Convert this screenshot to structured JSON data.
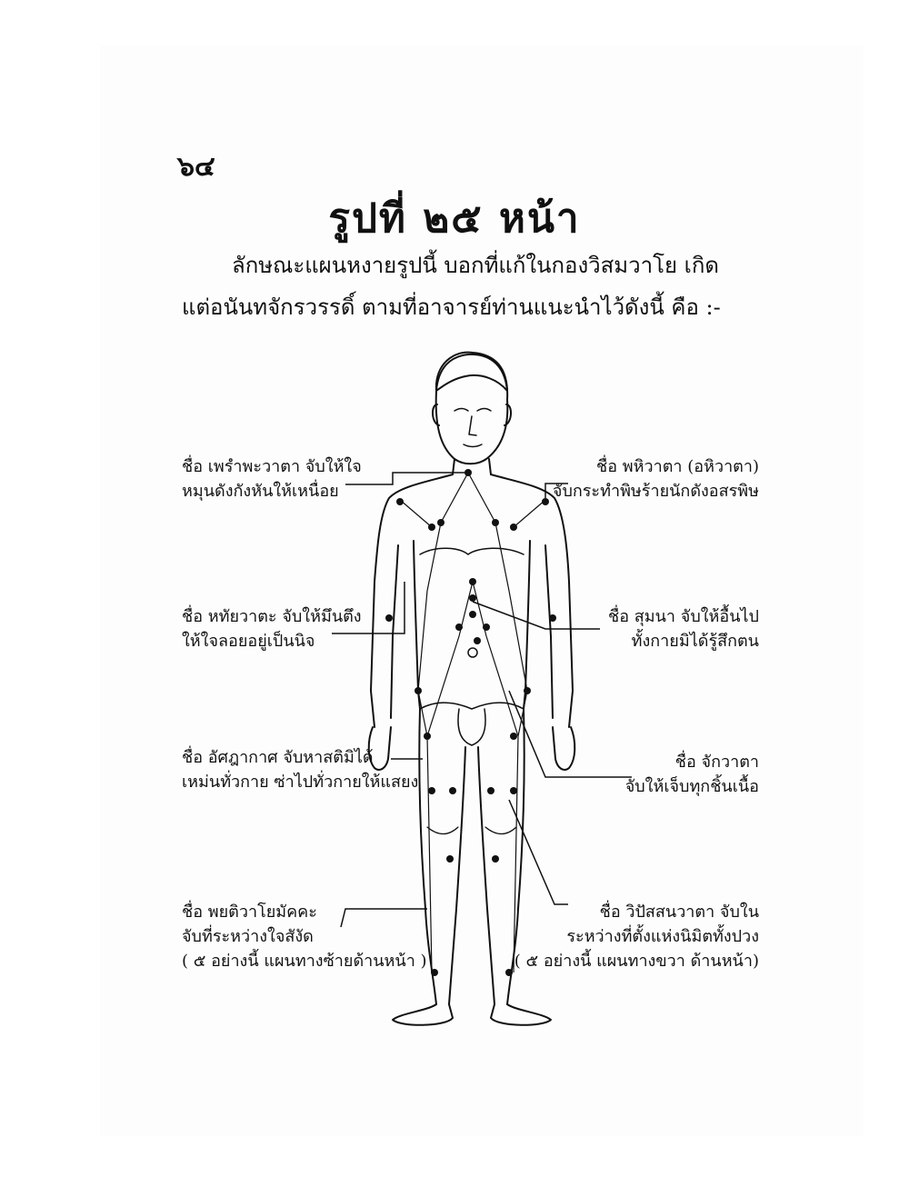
{
  "page_number": "๖๔",
  "title": "รูปที่ ๒๕ หน้า",
  "intro": {
    "line1": "ลักษณะแผนหงายรูปนี้ บอกที่แก้ในกองวิสมวาโย เกิด",
    "line2": "แต่อนันทจักรวรรดิ์ ตามที่อาจารย์ท่านแนะนำไว้ดังนี้ คือ :-"
  },
  "labels": {
    "left": [
      {
        "line1": "ชื่อ เพรำพะวาตา จับให้ใจ",
        "line2": "หมุนดังกังหันให้เหนื่อย"
      },
      {
        "line1": "ชื่อ หทัยวาตะ จับให้มึนตึง",
        "line2": "ให้ใจลอยอยู่เป็นนิจ"
      },
      {
        "line1": "ชื่อ อัศฎากาศ จับหาสติมิได้",
        "line2": "เหม่นทั่วกาย ซ่าไปทั่วกายให้แสยง"
      },
      {
        "line1": "ชื่อ พยติวาโยมัคคะ",
        "line2": "จับที่ระหว่างใจสังัด",
        "line3": "( ๕ อย่างนี้ แผนทางซ้ายด้านหน้า )"
      }
    ],
    "right": [
      {
        "line1": "ชื่อ พหิวาตา (อหิวาตา)",
        "line2": "จับกระทำพิษร้ายนักดังอสรพิษ"
      },
      {
        "line1": "ชื่อ สุมนา จับให้อื้นไป",
        "line2": "ทั้งกายมิได้รู้สึกตน"
      },
      {
        "line1": "ชื่อ จักวาตา",
        "line2": "จับให้เจ็บทุกชิ้นเนื้อ"
      },
      {
        "line1": "ชื่อ วิปัสสนวาตา จับใน",
        "line2": "ระหว่างที่ตั้งแห่งนิมิตทั้งปวง",
        "line3": "( ๕ อย่างนี้ แผนทางขวา ด้านหน้า)"
      }
    ]
  },
  "colors": {
    "ink": "#111111",
    "paper": "#fdfdfd"
  },
  "figure_icon": "human-body-front-diagram"
}
